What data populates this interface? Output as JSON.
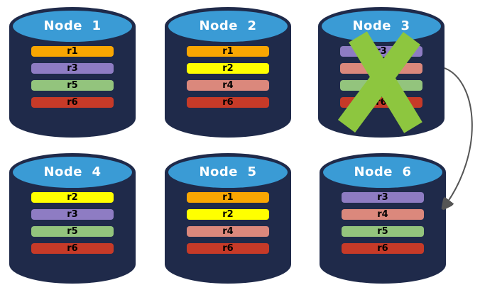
{
  "nodes": [
    {
      "title": "Node  1",
      "failed": false,
      "bars": [
        {
          "label": "r1",
          "color": "#F9A602"
        },
        {
          "label": "r3",
          "color": "#8E7CC3"
        },
        {
          "label": "r5",
          "color": "#93C47D"
        },
        {
          "label": "r6",
          "color": "#C63A28"
        }
      ]
    },
    {
      "title": "Node  2",
      "failed": false,
      "bars": [
        {
          "label": "r1",
          "color": "#F9A602"
        },
        {
          "label": "r2",
          "color": "#FFFF00"
        },
        {
          "label": "r4",
          "color": "#DB887C"
        },
        {
          "label": "r6",
          "color": "#C63A28"
        }
      ]
    },
    {
      "title": "Node  3",
      "failed": true,
      "bars": [
        {
          "label": "r3",
          "color": "#8E7CC3"
        },
        {
          "label": "r4",
          "color": "#DB887C"
        },
        {
          "label": "r5",
          "color": "#93C47D"
        },
        {
          "label": "r6",
          "color": "#C63A28"
        }
      ]
    },
    {
      "title": "Node  4",
      "failed": false,
      "bars": [
        {
          "label": "r2",
          "color": "#FFFF00"
        },
        {
          "label": "r3",
          "color": "#8E7CC3"
        },
        {
          "label": "r5",
          "color": "#93C47D"
        },
        {
          "label": "r6",
          "color": "#C63A28"
        }
      ]
    },
    {
      "title": "Node  5",
      "failed": false,
      "bars": [
        {
          "label": "r1",
          "color": "#F9A602"
        },
        {
          "label": "r2",
          "color": "#FFFF00"
        },
        {
          "label": "r4",
          "color": "#DB887C"
        },
        {
          "label": "r6",
          "color": "#C63A28"
        }
      ]
    },
    {
      "title": "Node  6",
      "failed": false,
      "bars": [
        {
          "label": "r3",
          "color": "#8E7CC3"
        },
        {
          "label": "r4",
          "color": "#DB887C"
        },
        {
          "label": "r5",
          "color": "#93C47D"
        },
        {
          "label": "r6",
          "color": "#C63A28"
        }
      ]
    }
  ],
  "colors": {
    "cylinder_body": "#1F2A4A",
    "cylinder_top": "#3A9BD5",
    "failure_cross": "#8DC63F",
    "arrow": "#555555"
  }
}
